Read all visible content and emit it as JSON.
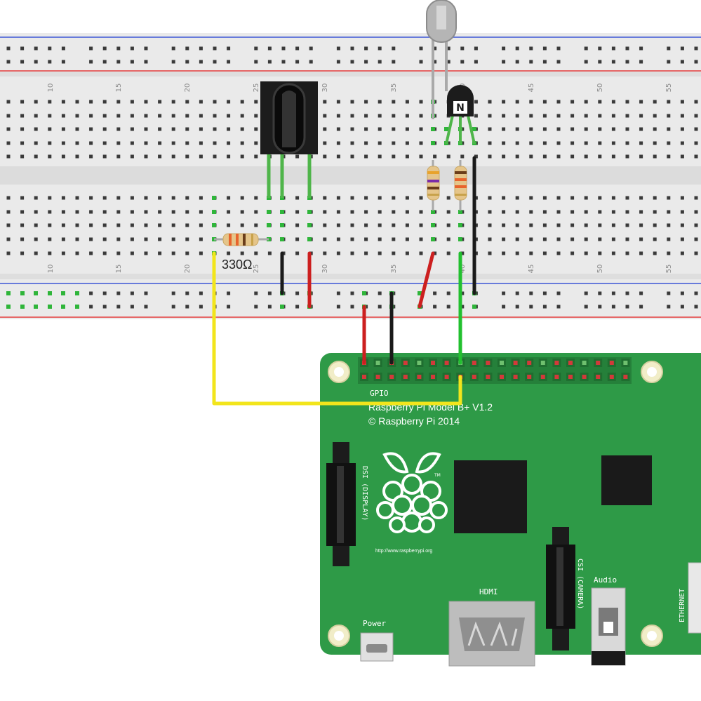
{
  "breadboard": {
    "column_numbers": [
      "10",
      "15",
      "20",
      "25",
      "30",
      "35",
      "40",
      "45",
      "50",
      "55"
    ]
  },
  "resistor": {
    "label": "330Ω"
  },
  "transistor": {
    "marking": "N"
  },
  "pi": {
    "header_label": "GPIO",
    "model": "Raspberry Pi Model B+ V1.2",
    "copyright": "© Raspberry Pi 2014",
    "url": "http://www.raspberrypi.org",
    "dsi_label": "DSI (DISPLAY)",
    "csi_label": "CSI (CAMERA)",
    "hdmi_label": "HDMI",
    "audio_label": "Audio",
    "power_label": "Power",
    "ethernet_label": "ETHERNET",
    "logo_mark": "TM"
  },
  "colors": {
    "board_green": "#2e9a47",
    "breadboard": "#e9e9e9",
    "rail_red": "#e53c3c",
    "rail_blue": "#3c56d6",
    "wire_yellow": "#f2e51c",
    "wire_green": "#22c02f",
    "wire_red": "#cc1f1f",
    "wire_black": "#1a1a1a"
  }
}
